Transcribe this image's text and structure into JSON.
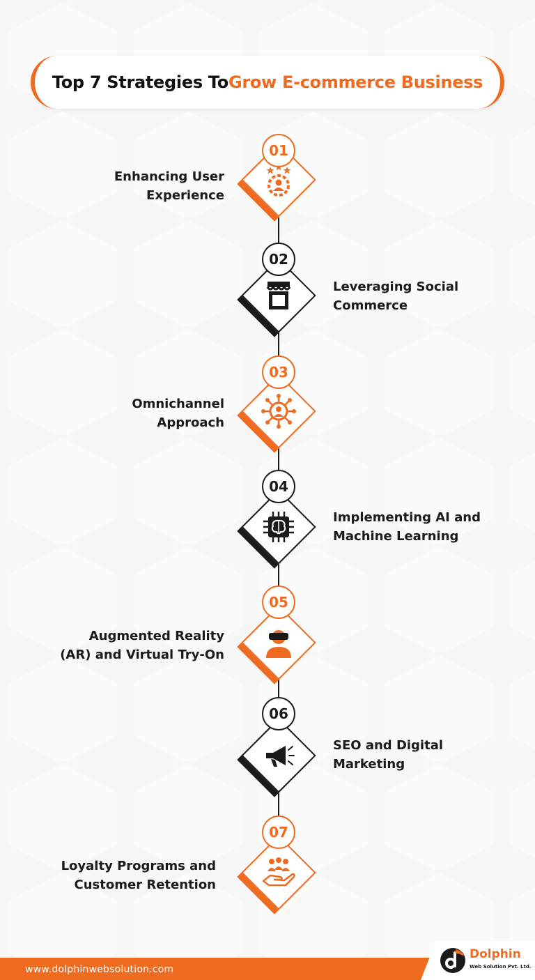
{
  "title": {
    "part1": "Top 7 Strategies To ",
    "part2": "Grow E-commerce Business"
  },
  "colors": {
    "accent": "#ef6b1f",
    "dark": "#1a1a1a",
    "background": "#f7f7f7"
  },
  "strategies": [
    {
      "number": "01",
      "line1": "Enhancing User",
      "line2": "Experience",
      "icon": "gear-user-stars-icon",
      "style": "orange"
    },
    {
      "number": "02",
      "line1": "Leveraging Social",
      "line2": "Commerce",
      "icon": "storefront-icon",
      "style": "black"
    },
    {
      "number": "03",
      "line1": "Omnichannel",
      "line2": "Approach",
      "icon": "network-user-icon",
      "style": "orange"
    },
    {
      "number": "04",
      "line1": "Implementing AI and",
      "line2": "Machine Learning",
      "icon": "brain-chip-icon",
      "style": "black"
    },
    {
      "number": "05",
      "line1": "Augmented Reality",
      "line2": "(AR) and Virtual Try-On",
      "icon": "vr-headset-user-icon",
      "style": "orange"
    },
    {
      "number": "06",
      "line1": "SEO and Digital",
      "line2": "Marketing",
      "icon": "megaphone-icon",
      "style": "black"
    },
    {
      "number": "07",
      "line1": "Loyalty Programs and",
      "line2": "Customer Retention",
      "icon": "hand-group-icon",
      "style": "orange"
    }
  ],
  "footer": {
    "url": "www.dolphinwebsolution.com"
  },
  "logo": {
    "name": "Dolphin",
    "subtitle": "Web Solution Pvt. Ltd."
  }
}
